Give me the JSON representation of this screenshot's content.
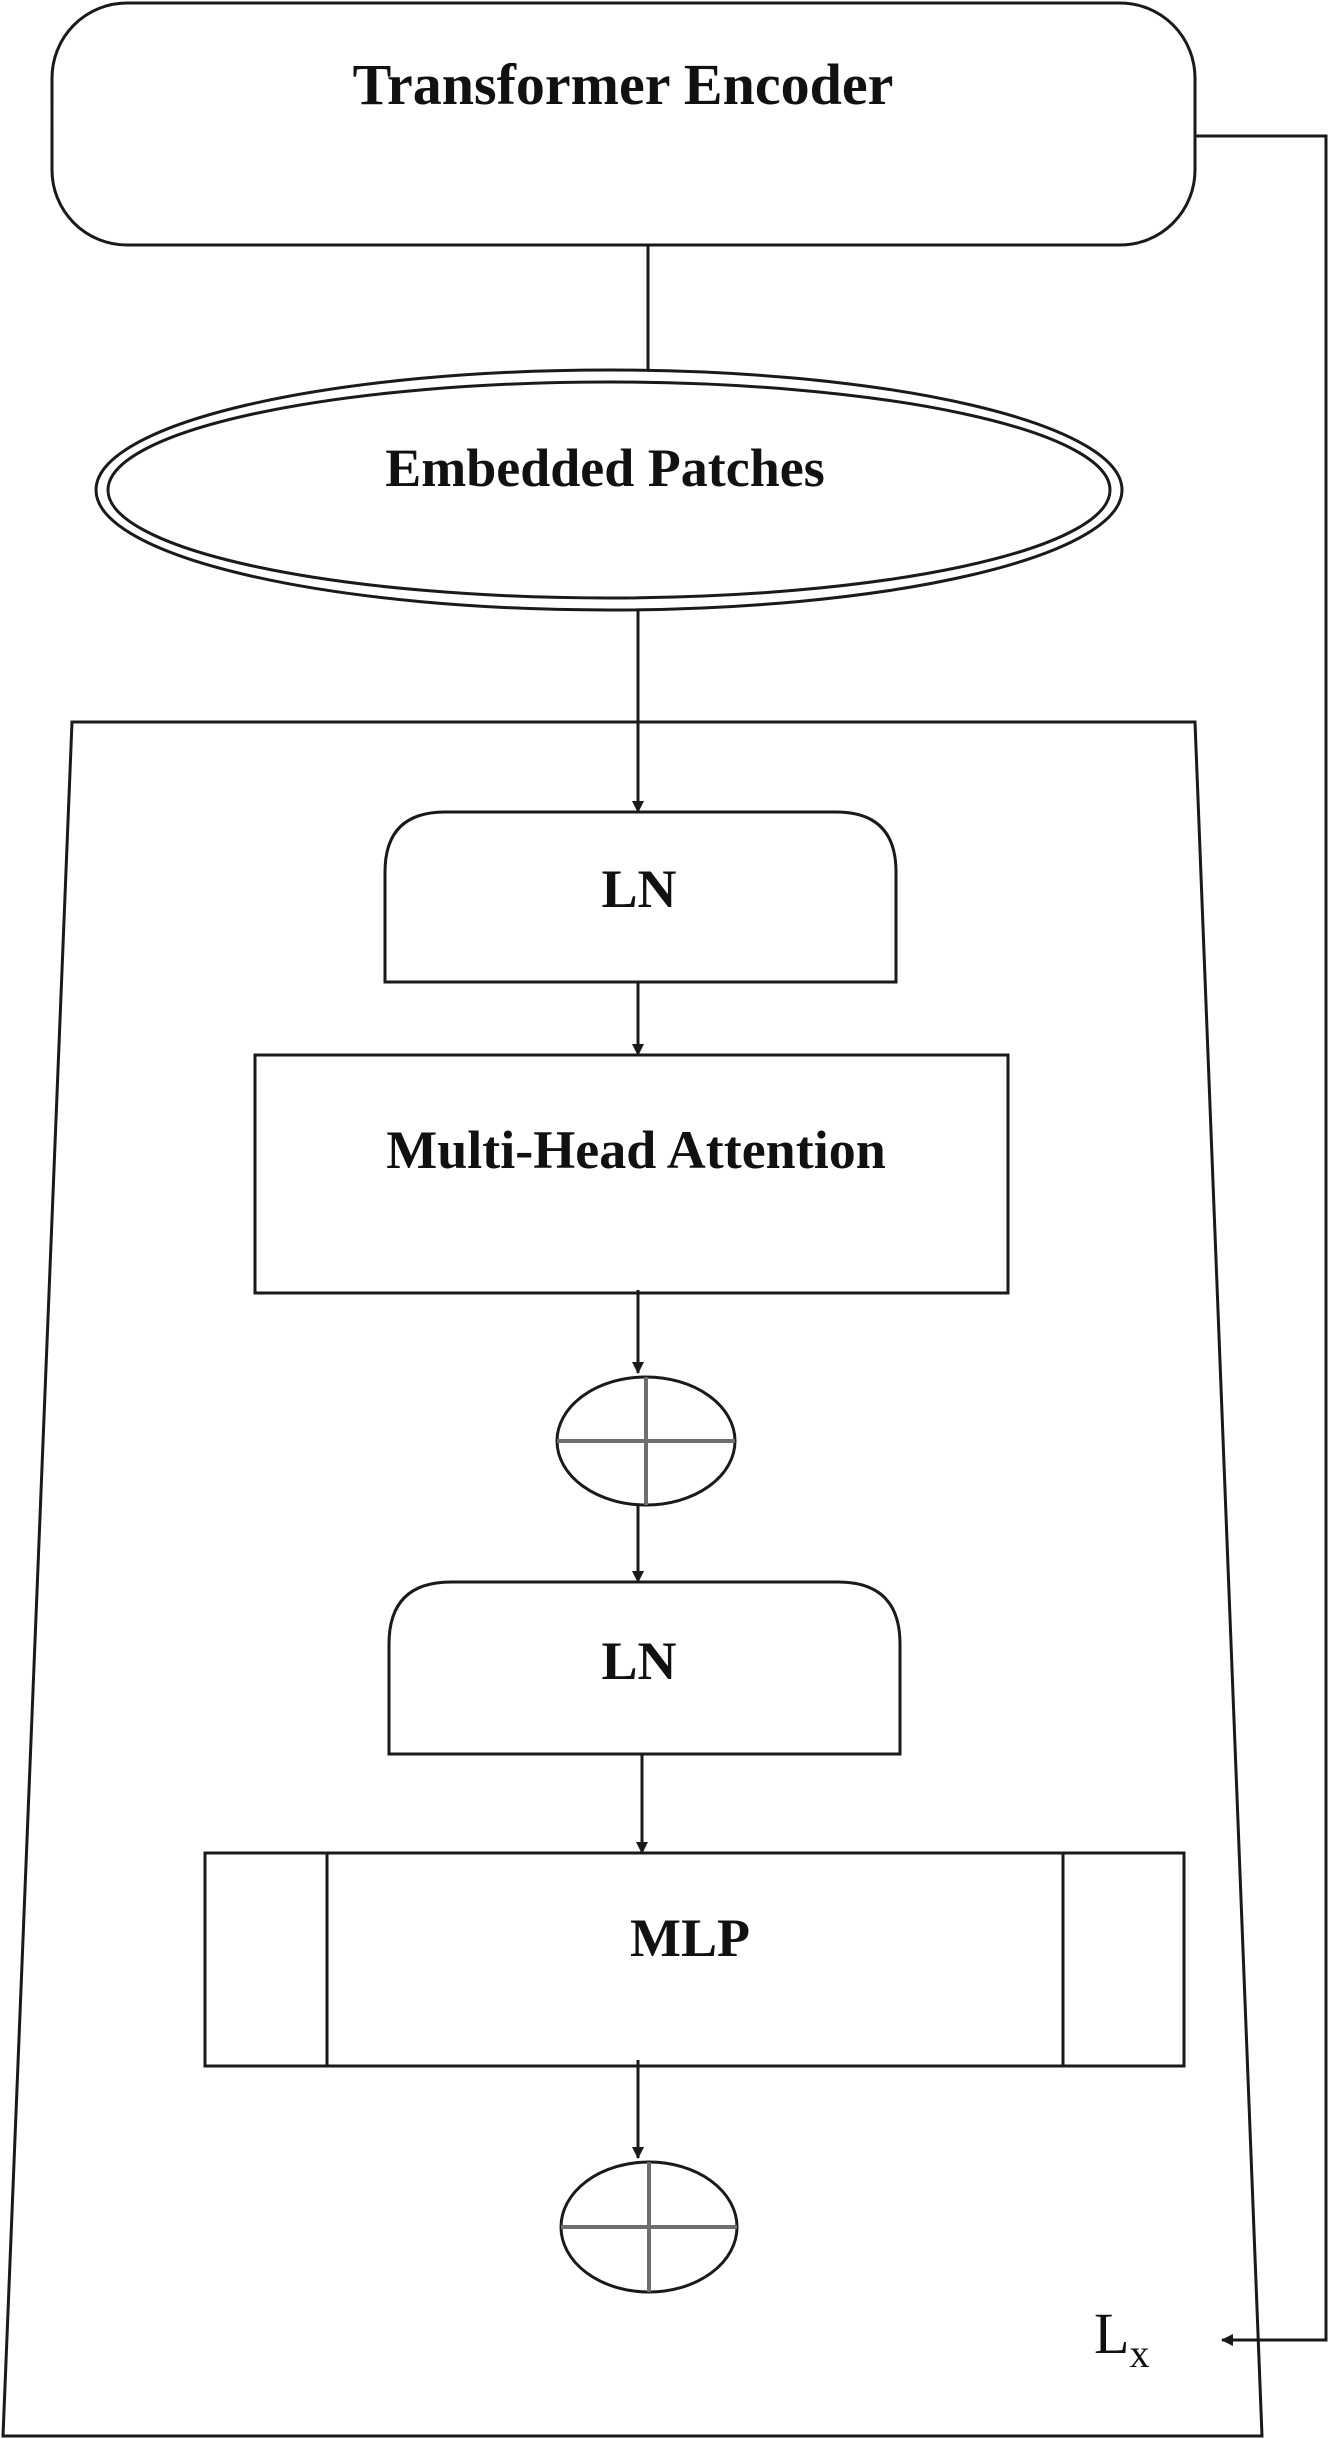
{
  "nodes": {
    "transformer_encoder": "Transformer Encoder",
    "embedded_patches": "Embedded Patches",
    "ln_1": "LN",
    "multi_head_attention": "Multi-Head Attention",
    "ln_2": "LN",
    "mlp": "MLP"
  },
  "repeat_label": {
    "main": "L",
    "subscript": "x"
  },
  "colors": {
    "stroke": "#1a1a1a",
    "sum_cross": "#6e6e6e",
    "background": "#ffffff"
  }
}
